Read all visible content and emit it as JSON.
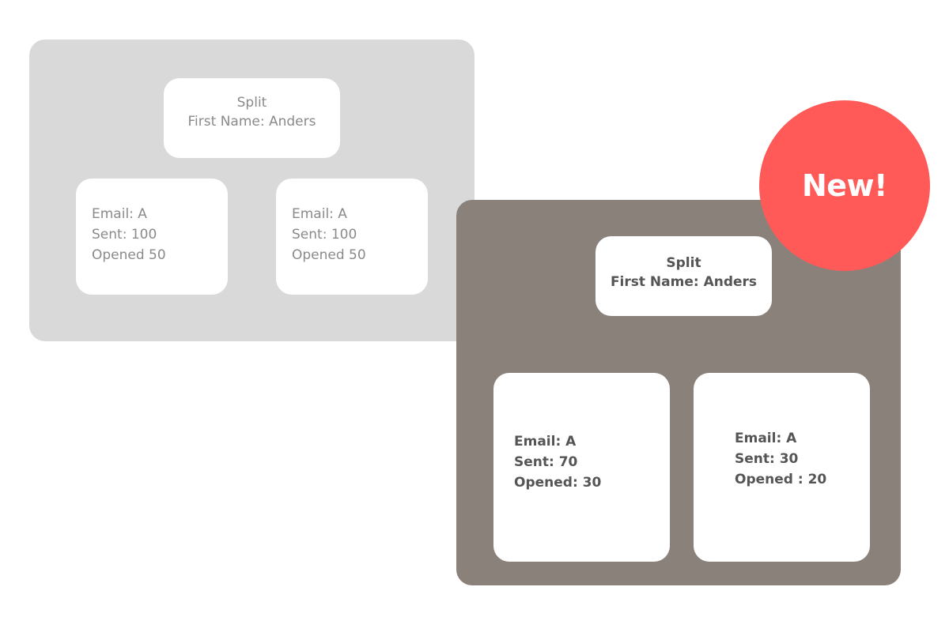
{
  "old_version": {
    "split": {
      "title": "Split",
      "rule": "First Name: Anders"
    },
    "branches": [
      {
        "email": "Email: A",
        "sent": "Sent: 100",
        "opened": "Opened 50"
      },
      {
        "email": "Email: A",
        "sent": "Sent: 100",
        "opened": "Opened 50"
      }
    ]
  },
  "new_version": {
    "split": {
      "title": "Split",
      "rule": "First Name: Anders"
    },
    "branches": [
      {
        "email": "Email: A",
        "sent": "Sent: 70",
        "opened": "Opened: 30"
      },
      {
        "email": "Email: A",
        "sent": "Sent: 30",
        "opened": "Opened : 20"
      }
    ]
  },
  "badge": {
    "label": "New!",
    "color": "#ff5a58"
  },
  "colors": {
    "old_panel": "#d9d9d9",
    "new_panel": "#8b817b"
  }
}
